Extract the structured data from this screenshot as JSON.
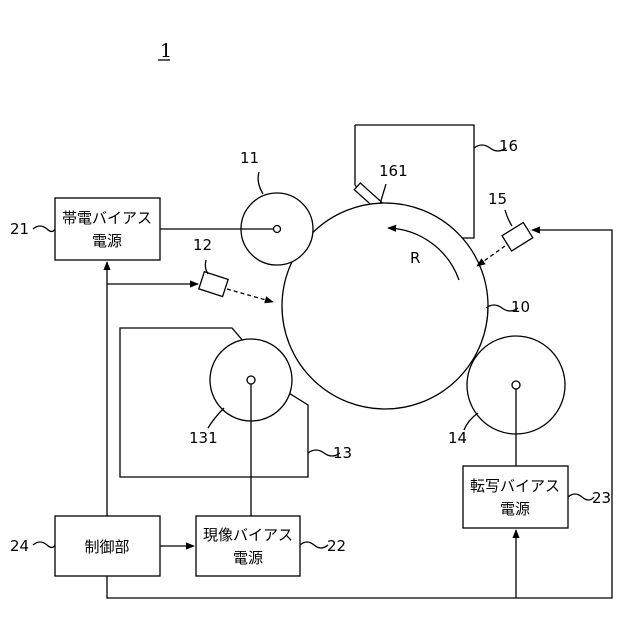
{
  "figure_number": "1",
  "boxes": {
    "charging_bias_power": {
      "line1": "帯電バイアス",
      "line2": "電源"
    },
    "developing_bias_power": {
      "line1": "現像バイアス",
      "line2": "電源"
    },
    "transfer_bias_power": {
      "line1": "転写バイアス",
      "line2": "電源"
    },
    "control_unit": {
      "label": "制御部"
    }
  },
  "refs": {
    "photoconductor": "10",
    "charging_roller": "11",
    "sensor_12": "12",
    "developing_unit": "13",
    "developing_roller": "131",
    "transfer_roller": "14",
    "sensor_15": "15",
    "cleaning_unit": "16",
    "cleaning_blade": "161",
    "charging_power": "21",
    "developing_power": "22",
    "transfer_power": "23",
    "control": "24"
  },
  "rotation_label": "R"
}
